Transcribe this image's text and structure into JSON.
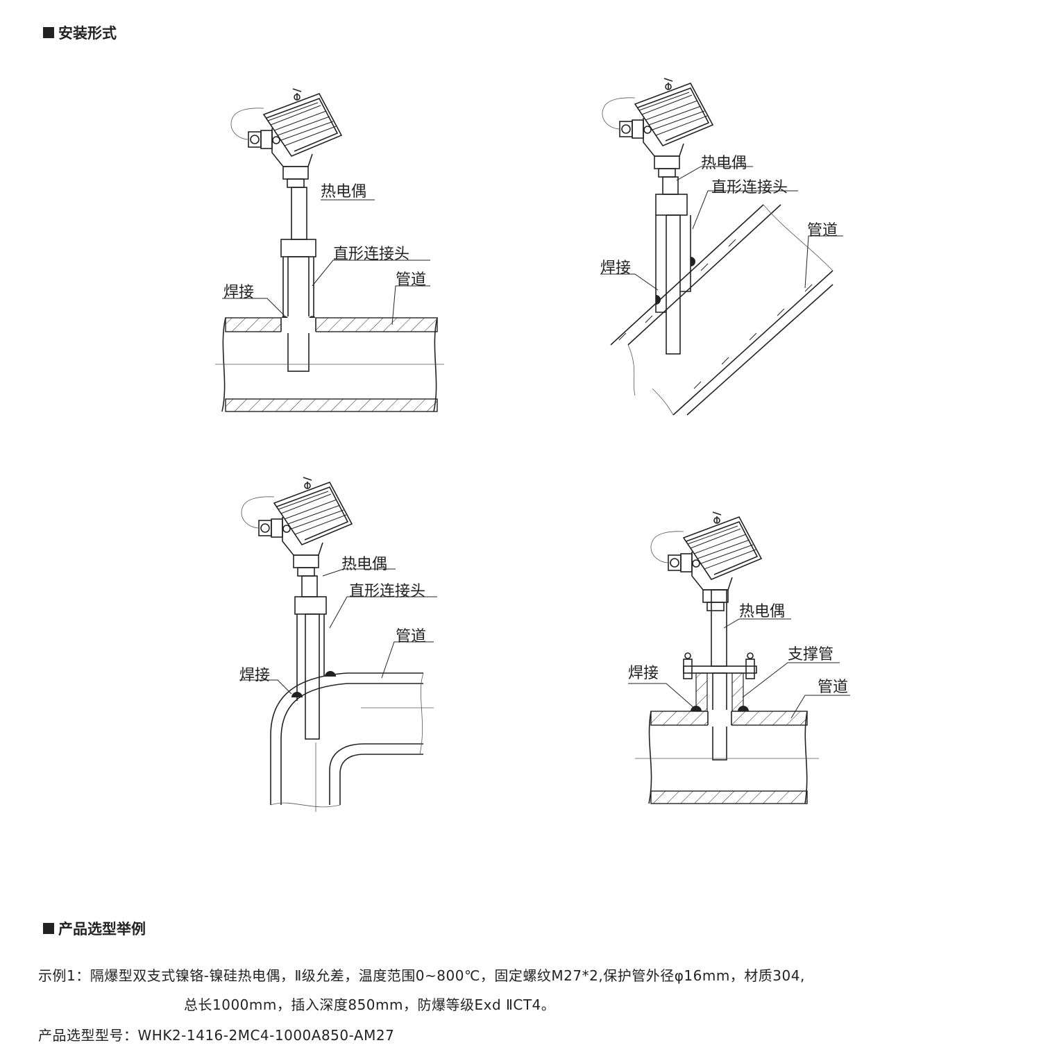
{
  "sections": {
    "install_title": "安装形式",
    "selection_title": "产品选型举例"
  },
  "diagrams": [
    {
      "thermocouple": "热电偶",
      "connector": "直形连接头",
      "pipe": "管道",
      "weld": "焊接"
    },
    {
      "thermocouple": "热电偶",
      "connector": "直形连接头",
      "pipe": "管道",
      "weld": "焊接"
    },
    {
      "thermocouple": "热电偶",
      "connector": "直形连接头",
      "pipe": "管道",
      "weld": "焊接"
    },
    {
      "thermocouple": "热电偶",
      "support": "支撑管",
      "pipe": "管道",
      "weld": "焊接"
    }
  ],
  "example": {
    "line1": "示例1：隔爆型双支式镍铬-镍硅热电偶，Ⅱ级允差，温度范围0~800℃，固定螺纹M27*2,保护管外径φ16mm，材质304,",
    "line2": "总长1000mm，插入深度850mm，防爆等级Exd ⅡCT4。",
    "model": "产品选型型号：WHK2-1416-2MC4-1000A850-AM27"
  }
}
